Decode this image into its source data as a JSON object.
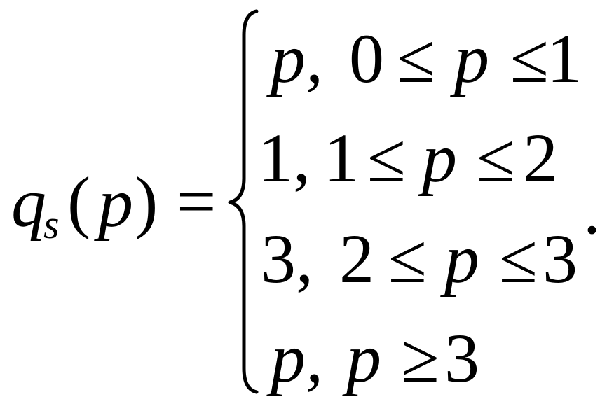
{
  "formula": {
    "lhs": {
      "func": "q",
      "subscript": "s",
      "open_paren": "(",
      "arg": "p",
      "close_paren": ")",
      "equals": "="
    },
    "cases": [
      {
        "value": "p,",
        "condition_left": "0",
        "rel1": "≤",
        "var": "p",
        "rel2": "≤",
        "condition_right": "1"
      },
      {
        "value": "1,",
        "condition_left": "1",
        "rel1": "≤",
        "var": "p",
        "rel2": "≤",
        "condition_right": "2"
      },
      {
        "value": "3,",
        "condition_left": "2",
        "rel1": "≤",
        "var": "p",
        "rel2": "≤",
        "condition_right": "3"
      },
      {
        "value": "p,",
        "var": "p",
        "rel": "≥",
        "condition_right": "3"
      }
    ],
    "terminator": "."
  }
}
